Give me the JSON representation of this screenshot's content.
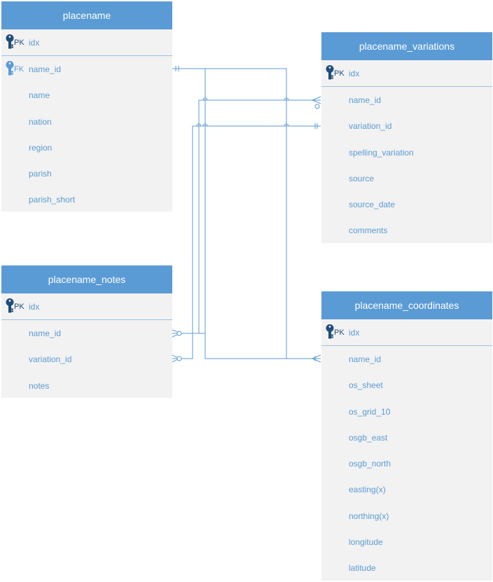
{
  "colors": {
    "header": "#5b9bd5",
    "body": "#f2f2f2",
    "text": "#5b9bd5",
    "key_icon": "#1f4e79",
    "line": "#5b9bd5"
  },
  "tables": {
    "placename": {
      "title": "placename",
      "rows": [
        {
          "key": "PK",
          "field": "idx"
        },
        {
          "key": "FK",
          "field": "name_id"
        },
        {
          "key": "",
          "field": "name"
        },
        {
          "key": "",
          "field": "nation"
        },
        {
          "key": "",
          "field": "region"
        },
        {
          "key": "",
          "field": "parish"
        },
        {
          "key": "",
          "field": "parish_short"
        }
      ]
    },
    "placename_notes": {
      "title": "placename_notes",
      "rows": [
        {
          "key": "PK",
          "field": "idx"
        },
        {
          "key": "",
          "field": "name_id"
        },
        {
          "key": "",
          "field": "variation_id"
        },
        {
          "key": "",
          "field": "notes"
        }
      ]
    },
    "placename_variations": {
      "title": "placename_variations",
      "rows": [
        {
          "key": "PK",
          "field": "idx"
        },
        {
          "key": "",
          "field": "name_id"
        },
        {
          "key": "",
          "field": "variation_id"
        },
        {
          "key": "",
          "field": "spelling_variation"
        },
        {
          "key": "",
          "field": "source"
        },
        {
          "key": "",
          "field": "source_date"
        },
        {
          "key": "",
          "field": "comments"
        }
      ]
    },
    "placename_coordinates": {
      "title": "placename_coordinates",
      "rows": [
        {
          "key": "PK",
          "field": "idx"
        },
        {
          "key": "",
          "field": "name_id"
        },
        {
          "key": "",
          "field": "os_sheet"
        },
        {
          "key": "",
          "field": "os_grid_10"
        },
        {
          "key": "",
          "field": "osgb_east"
        },
        {
          "key": "",
          "field": "osgb_north"
        },
        {
          "key": "",
          "field": "easting(x)"
        },
        {
          "key": "",
          "field": "northing(x)"
        },
        {
          "key": "",
          "field": "longitude"
        },
        {
          "key": "",
          "field": "latitude"
        }
      ]
    }
  }
}
